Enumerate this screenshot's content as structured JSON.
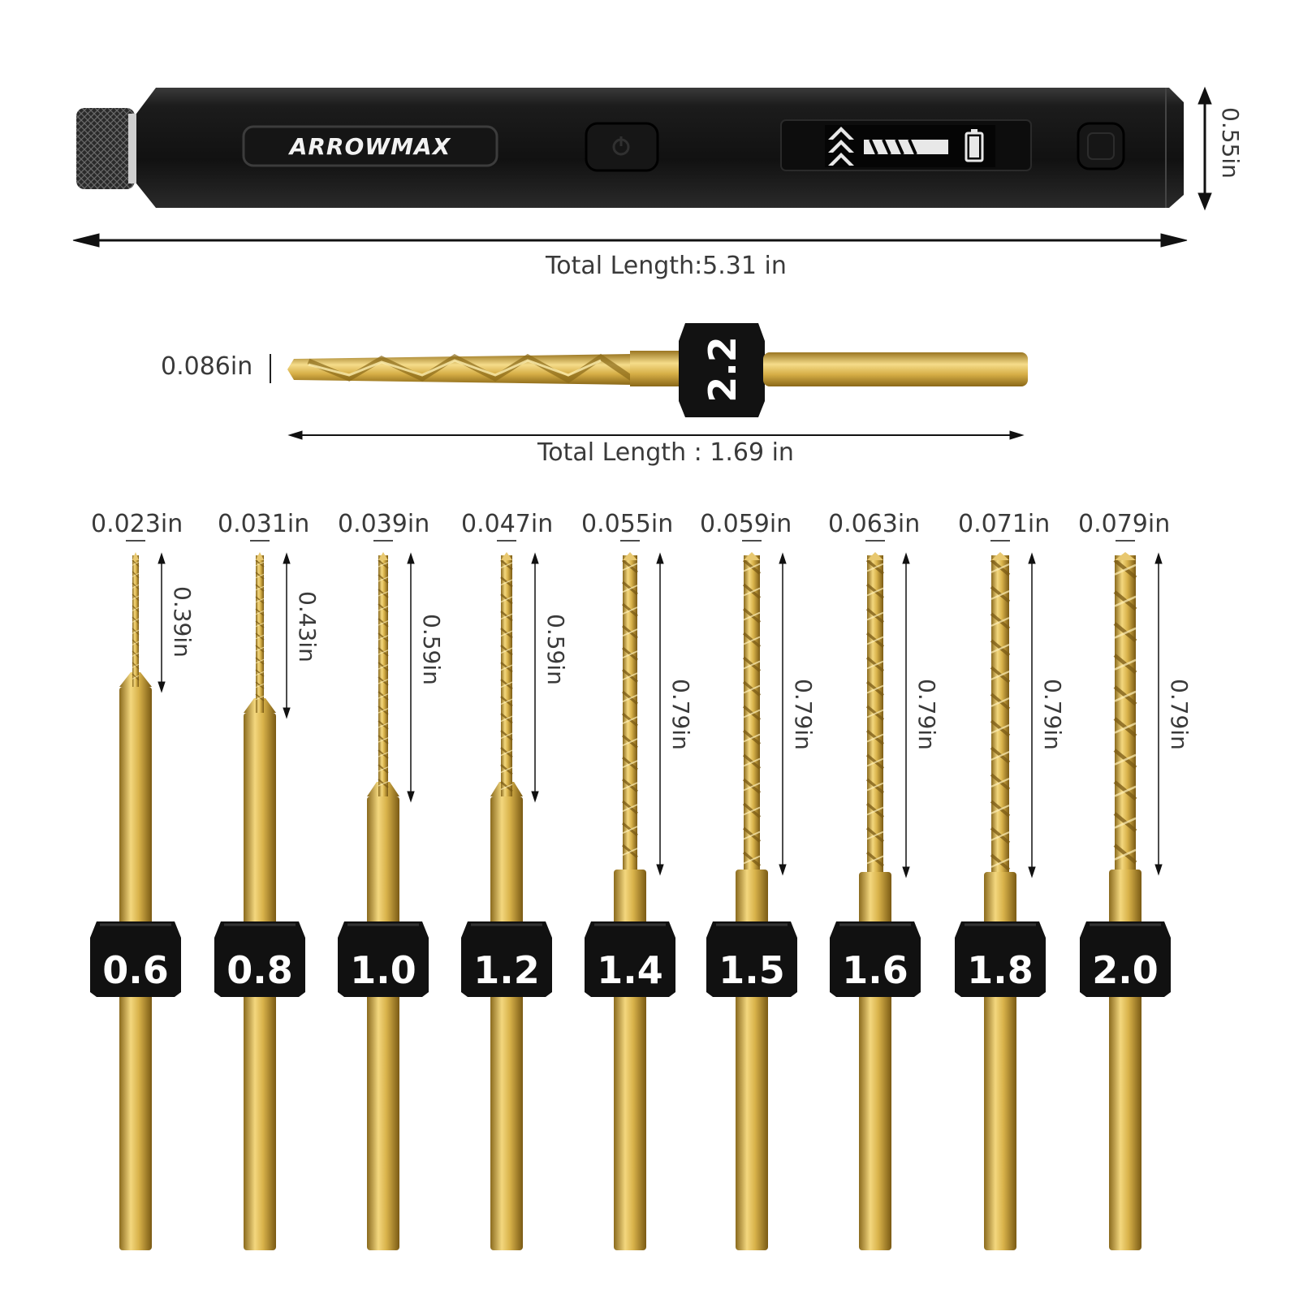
{
  "device": {
    "brand": "ARROWMAX",
    "height_label": "0.55in",
    "length_label": "Total Length:5.31 in",
    "icons": [
      "knurled-knob",
      "power-button-icon",
      "speed-chevron-icon",
      "battery-icon",
      "mode-button-icon"
    ]
  },
  "featured_bit": {
    "size_label": "2.2",
    "diameter_label": "0.086in",
    "length_label": "Total Length : 1.69 in"
  },
  "bits": [
    {
      "size": "0.6",
      "diameter": "0.023in",
      "flute_length": "0.39in"
    },
    {
      "size": "0.8",
      "diameter": "0.031in",
      "flute_length": "0.43in"
    },
    {
      "size": "1.0",
      "diameter": "0.039in",
      "flute_length": "0.59in"
    },
    {
      "size": "1.2",
      "diameter": "0.047in",
      "flute_length": "0.59in"
    },
    {
      "size": "1.4",
      "diameter": "0.055in",
      "flute_length": "0.79in"
    },
    {
      "size": "1.5",
      "diameter": "0.059in",
      "flute_length": "0.79in"
    },
    {
      "size": "1.6",
      "diameter": "0.063in",
      "flute_length": "0.79in"
    },
    {
      "size": "1.8",
      "diameter": "0.071in",
      "flute_length": "0.79in"
    },
    {
      "size": "2.0",
      "diameter": "0.079in",
      "flute_length": "0.79in"
    }
  ],
  "colors": {
    "gold": "#d9b24a",
    "collar": "#111111",
    "body": "#1a1a1a"
  }
}
